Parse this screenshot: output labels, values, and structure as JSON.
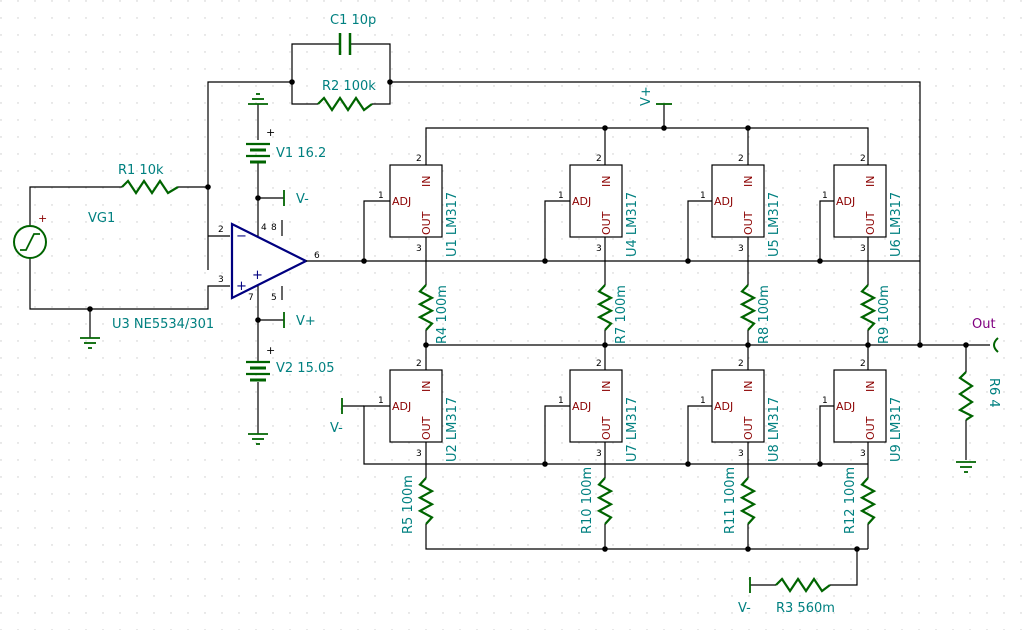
{
  "components": {
    "C1": "C1 10p",
    "R2": "R2 100k",
    "R1": "R1 10k",
    "VG1": "VG1",
    "V1": "V1 16.2",
    "V2": "V2 15.05",
    "U3": "U3 NE5534/301",
    "U1": "U1 LM317",
    "U4": "U4 LM317",
    "U5": "U5 LM317",
    "U6": "U6 LM317",
    "U2": "U2 LM317",
    "U7": "U7 LM317",
    "U8": "U8 LM317",
    "U9": "U9 LM317",
    "R4": "R4 100m",
    "R7": "R7 100m",
    "R8": "R8 100m",
    "R9": "R9 100m",
    "R5": "R5 100m",
    "R10": "R10 100m",
    "R11": "R11 100m",
    "R12": "R12 100m",
    "R6": "R6 4",
    "R3": "R3 560m"
  },
  "nets": {
    "vplus": "V+",
    "vminus": "V-",
    "out": "Out"
  },
  "pins": {
    "adj": "ADJ",
    "out": "OUT",
    "in": "IN",
    "plus": "+",
    "minus": "−",
    "n1": "1",
    "n2": "2",
    "n3": "3",
    "n4": "4",
    "n5": "5",
    "n6": "6",
    "n7": "7",
    "n8": "8"
  },
  "colors": {
    "wire": "#000000",
    "component": "#006400",
    "label": "#008080",
    "pin_label": "#8b0000",
    "opamp": "#000080",
    "out_label": "#800080"
  }
}
